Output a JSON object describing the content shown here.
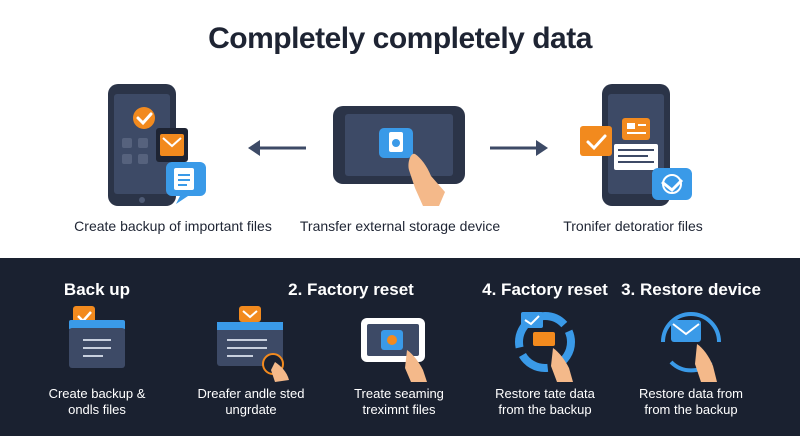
{
  "header": {
    "title": "Completely completely data"
  },
  "top_row": [
    {
      "caption": "Create backup of important files",
      "icon": "phone-backup-icon"
    },
    {
      "caption": "Transfer external storage device",
      "icon": "tablet-transfer-icon"
    },
    {
      "caption": "Tronifer detoratior files",
      "icon": "phone-restore-icon"
    }
  ],
  "steps": [
    {
      "heading": "Back up",
      "desc_line1": "Create backup &",
      "desc_line2": "ondls files",
      "icon": "backup-box-icon"
    },
    {
      "heading": "2. Factory reset",
      "desc_line1": "Dreafer andle sted",
      "desc_line2": "ungrdate",
      "icon": "drive-touch-icon"
    },
    {
      "heading": "",
      "desc_line1": "Treate seaming",
      "desc_line2": "treximnt files",
      "icon": "phone-touch-icon"
    },
    {
      "heading": "4. Factory reset",
      "desc_line1": "Restore tate data",
      "desc_line2": "from the backup",
      "icon": "cycle-restore-icon"
    },
    {
      "heading": "3. Restore device",
      "desc_line1": "Restore data from",
      "desc_line2": "from the backup",
      "icon": "mail-restore-icon"
    }
  ],
  "colors": {
    "dark_navy": "#1a2130",
    "device": "#2b3448",
    "screen": "#3d4a66",
    "accent_orange": "#f28a1e",
    "accent_blue": "#3a9ae8",
    "skin": "#f4b98a"
  }
}
